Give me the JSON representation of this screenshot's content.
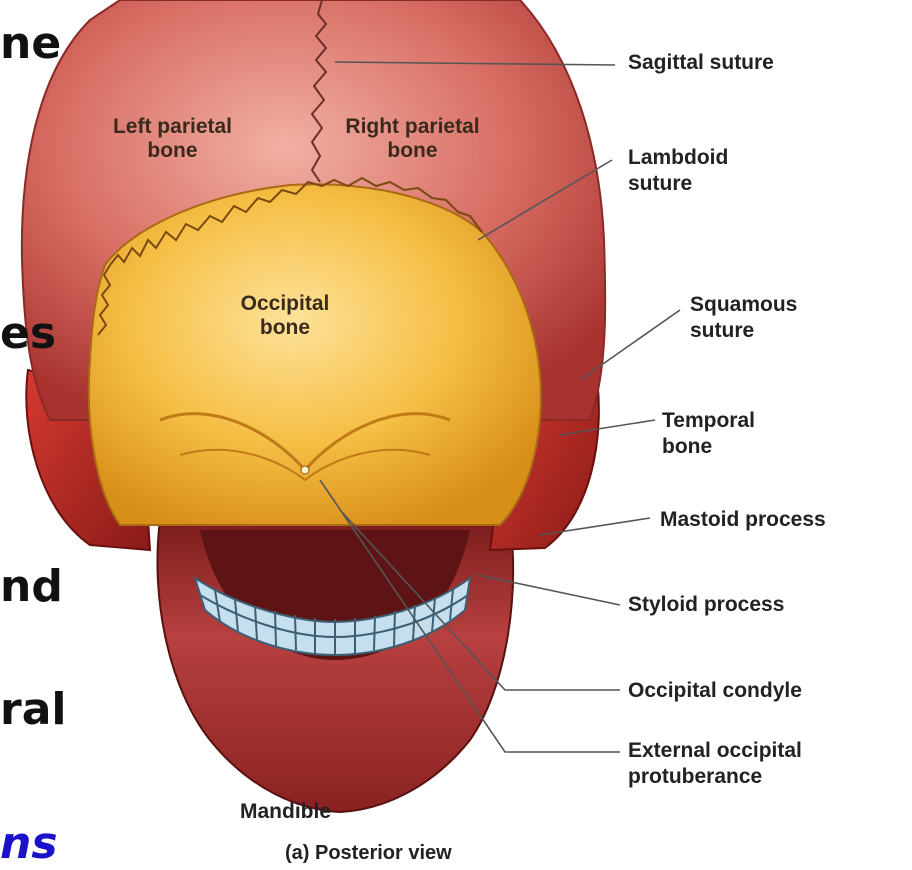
{
  "left_text_fragments": [
    "ne",
    "es",
    "nd",
    "ral",
    "ns"
  ],
  "labels": {
    "sagittal_suture": [
      "Sagittal suture"
    ],
    "lambdoid_suture": [
      "Lambdoid",
      "suture"
    ],
    "squamous_suture": [
      "Squamous",
      "suture"
    ],
    "temporal_bone": [
      "Temporal",
      "bone"
    ],
    "mastoid_process": [
      "Mastoid process"
    ],
    "styloid_process": [
      "Styloid process"
    ],
    "occipital_condyle": [
      "Occipital condyle"
    ],
    "external_occipital_protuberance": [
      "External occipital",
      "protuberance"
    ]
  },
  "inside_labels": {
    "left_parietal_bone": [
      "Left parietal",
      "bone"
    ],
    "right_parietal_bone": [
      "Right parietal",
      "bone"
    ],
    "occipital_bone": [
      "Occipital",
      "bone"
    ]
  },
  "mandible_label": "Mandible",
  "caption": "(a) Posterior view",
  "colors": {
    "parietal": "#c9605a",
    "occipital": "#f0b536",
    "temporal": "#b82a25",
    "mandible": "#9c2a2a",
    "teeth": "#bcd8ea",
    "leader_line": "#555555",
    "italic_text": "#1a12c8"
  }
}
